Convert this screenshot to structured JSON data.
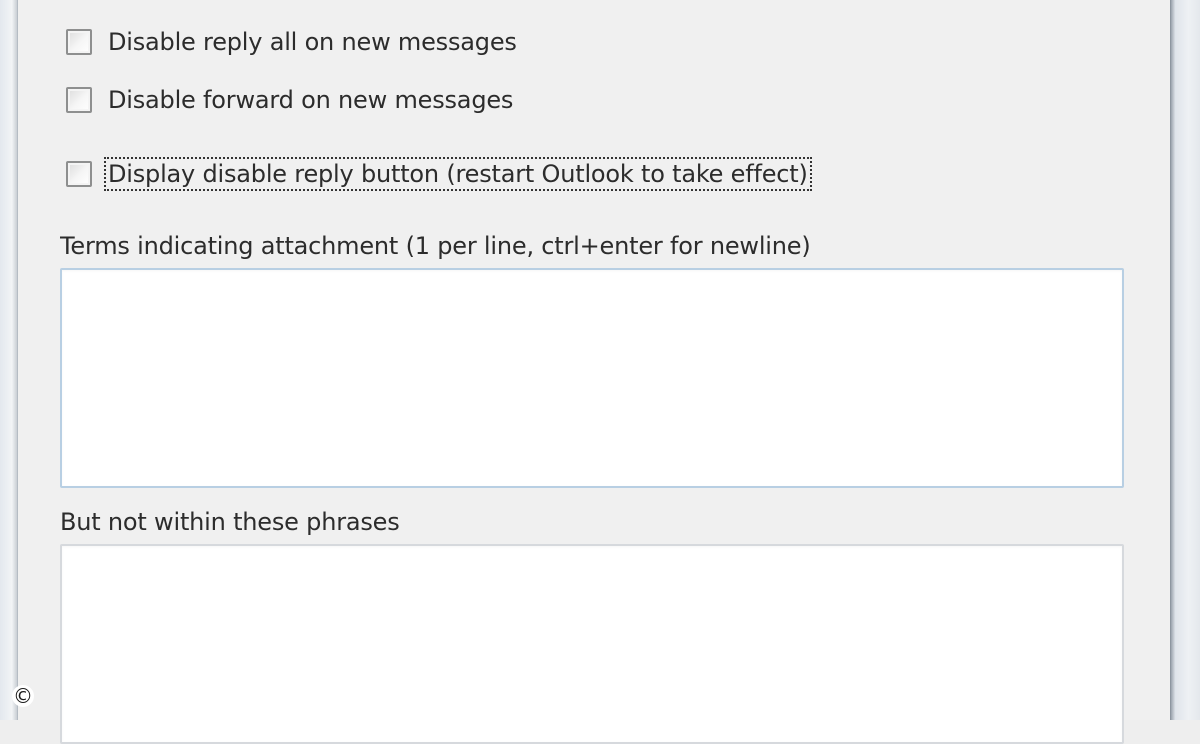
{
  "options": {
    "disable_reply_all": {
      "label": "Disable reply all on new messages",
      "checked": false
    },
    "disable_forward": {
      "label": "Disable forward on new messages",
      "checked": false
    },
    "display_disable_reply_button": {
      "label": "Display disable reply button (restart Outlook to take effect)",
      "checked": false,
      "focused": true
    }
  },
  "attachment_terms": {
    "label": "Terms indicating attachment (1 per line, ctrl+enter for newline)",
    "value": ""
  },
  "exclusions": {
    "label": "But not within these phrases",
    "value": ""
  },
  "watermark": {
    "symbol": "©"
  }
}
